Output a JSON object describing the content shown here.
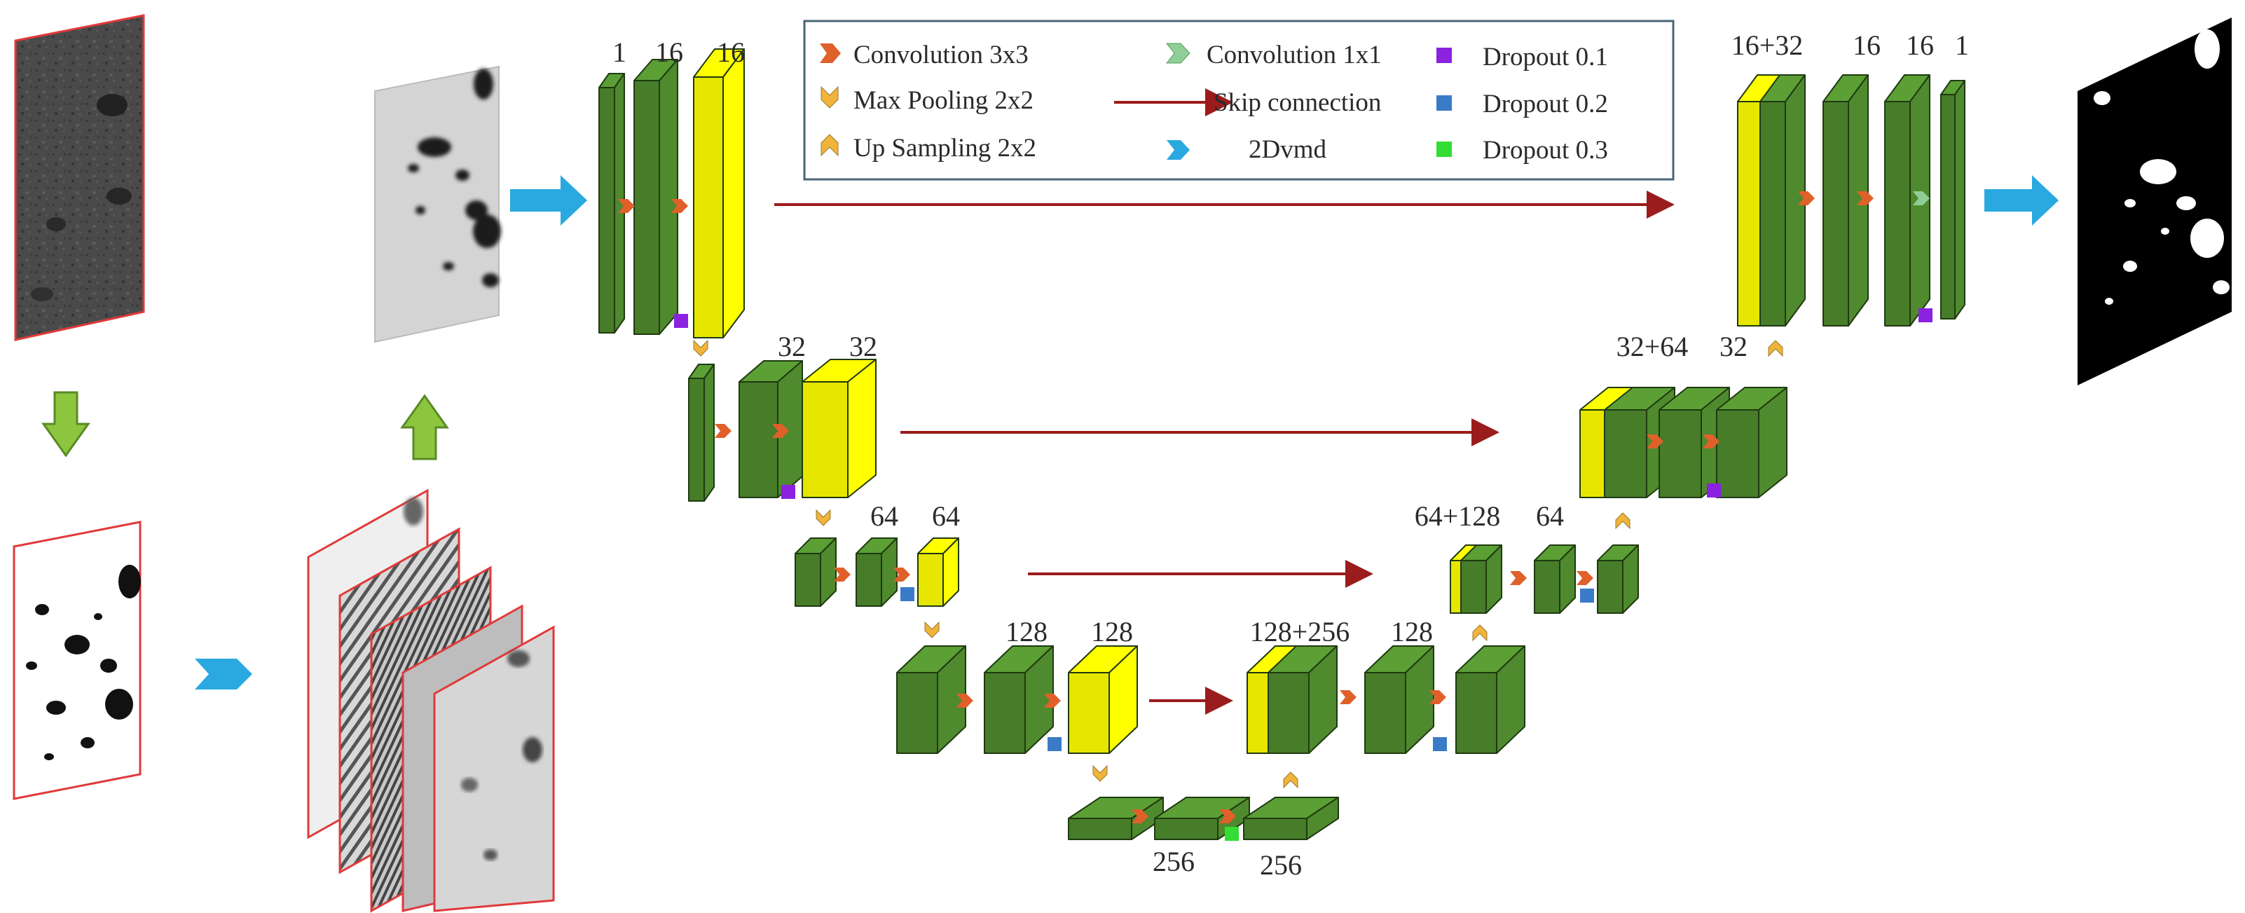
{
  "legend": {
    "conv3": "Convolution 3x3",
    "maxpool": "Max Pooling 2x2",
    "upsample": "Up Sampling 2x2",
    "conv1": "Convolution 1x1",
    "skip": "Skip connection",
    "vmd": "2Dvmd",
    "drop1": "Dropout 0.1",
    "drop2": "Dropout 0.2",
    "drop3": "Dropout 0.3"
  },
  "colors": {
    "conv_block": "#4f8a2e",
    "concat_block": "#ffff00",
    "conv3_arrow": "#e0602a",
    "conv1_arrow": "#8fce96",
    "maxpool": "#f0b43a",
    "skip_arrow": "#9b1c1c",
    "vmd_arrow": "#2aa9e0",
    "dropout_01": "#8a22e0",
    "dropout_02": "#3a7bc8",
    "dropout_03": "#33dd33",
    "flow_arrow": "#8cc63f"
  },
  "encoder": {
    "level1": [
      "1",
      "16",
      "16"
    ],
    "level2": [
      "32",
      "32"
    ],
    "level3": [
      "64",
      "64"
    ],
    "level4": [
      "128",
      "128"
    ],
    "bottleneck": [
      "256",
      "256"
    ]
  },
  "decoder": {
    "level4": [
      "128+256",
      "128"
    ],
    "level3": [
      "64+128",
      "64"
    ],
    "level2": [
      "32+64",
      "32"
    ],
    "level1": [
      "16+32",
      "16",
      "16",
      "1"
    ]
  }
}
